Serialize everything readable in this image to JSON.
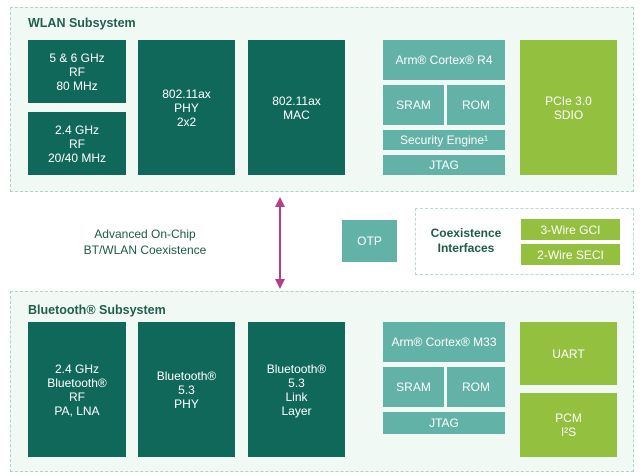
{
  "wlan": {
    "title": "WLAN Subsystem",
    "rf_high": [
      "5 & 6 GHz",
      "RF",
      "80 MHz"
    ],
    "rf_low": [
      "2.4 GHz",
      "RF",
      "20/40 MHz"
    ],
    "phy": [
      "802.11ax",
      "PHY",
      "2x2"
    ],
    "mac": [
      "802.11ax",
      "MAC"
    ],
    "cpu": "Arm® Cortex® R4",
    "sram": "SRAM",
    "rom": "ROM",
    "security": "Security Engine¹",
    "jtag": "JTAG",
    "host": [
      "PCIe 3.0",
      "SDIO"
    ]
  },
  "middle": {
    "coexistence_note": [
      "Advanced On-Chip",
      "BT/WLAN Coexistence"
    ],
    "otp": "OTP",
    "coex_interfaces_label": [
      "Coexistence",
      "Interfaces"
    ],
    "gci": "3-Wire GCI",
    "seci": "2-Wire SECI"
  },
  "bluetooth": {
    "title": "Bluetooth® Subsystem",
    "rf": [
      "2.4 GHz",
      "Bluetooth®",
      "RF",
      "PA, LNA"
    ],
    "phy": [
      "Bluetooth®",
      "5.3",
      "PHY"
    ],
    "link": [
      "Bluetooth®",
      "5.3",
      "Link",
      "Layer"
    ],
    "cpu": "Arm® Cortex® M33",
    "sram": "SRAM",
    "rom": "ROM",
    "jtag": "JTAG",
    "uart": "UART",
    "pcm": [
      "PCM",
      "I²S"
    ]
  },
  "colors": {
    "dark_block": "#10685b",
    "teal_block": "#63b2a7",
    "green_block": "#94c03f",
    "arrow": "#b63d8e"
  }
}
